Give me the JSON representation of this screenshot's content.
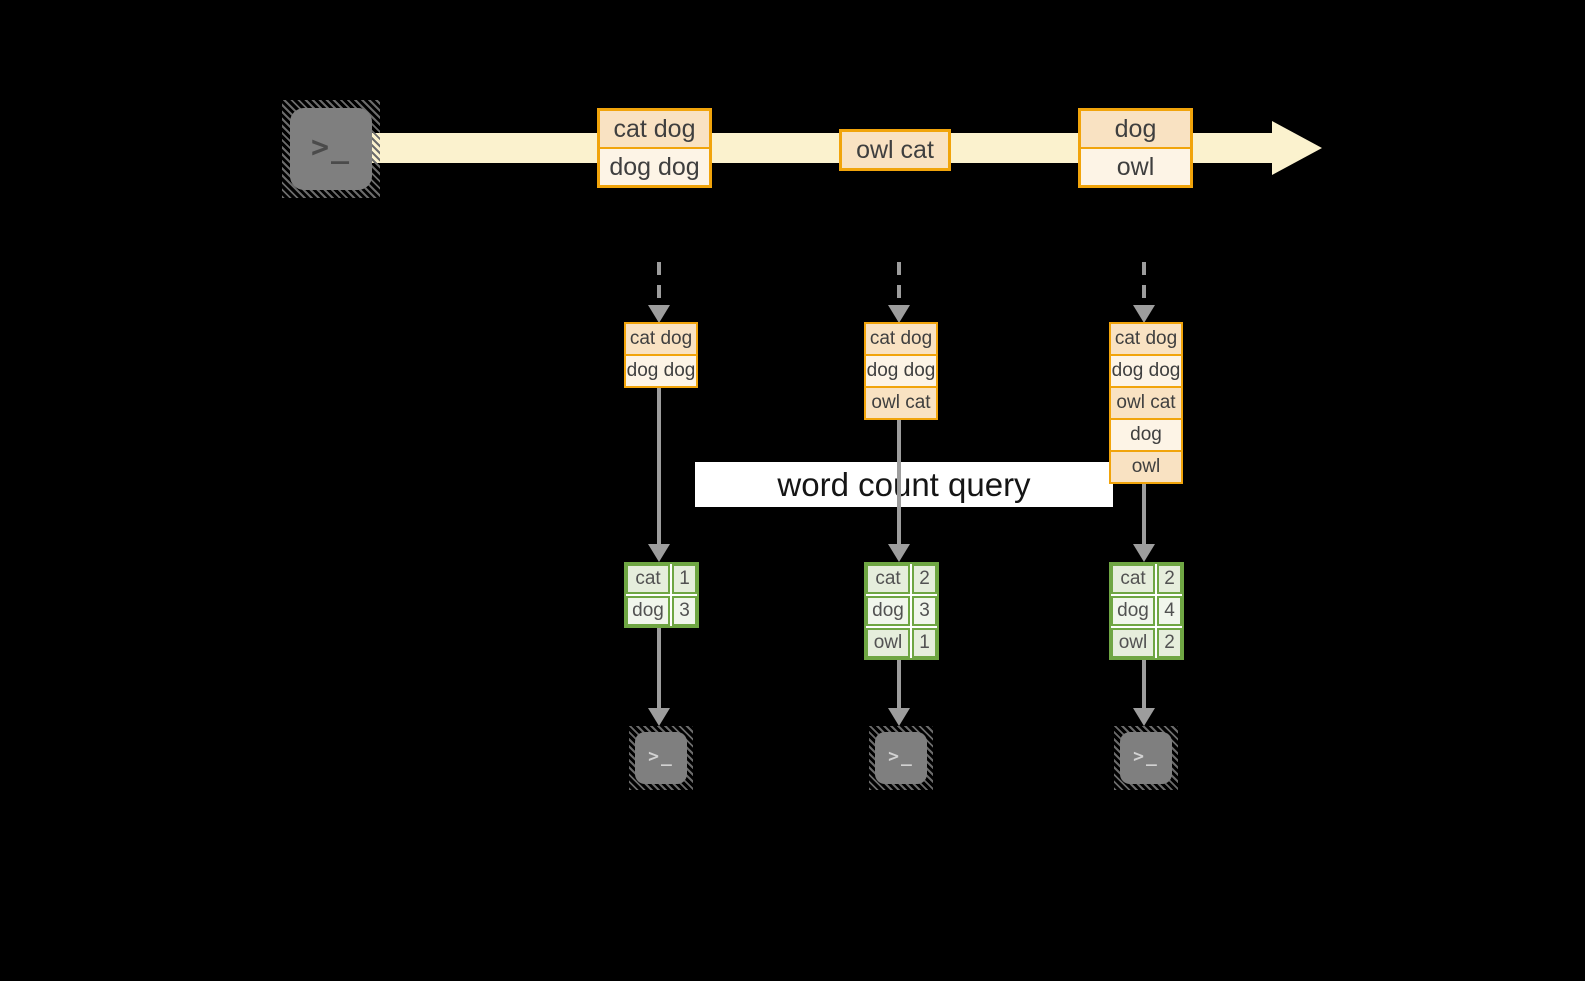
{
  "query_label": "word count query",
  "terminal_glyph": ">_",
  "stream_events": [
    {
      "rows": [
        "cat dog",
        "dog dog"
      ]
    },
    {
      "rows": [
        "owl cat"
      ]
    },
    {
      "rows": [
        "dog",
        "owl"
      ]
    }
  ],
  "columns": [
    {
      "stack": [
        "cat dog",
        "dog dog"
      ],
      "counts": [
        [
          "cat",
          "1"
        ],
        [
          "dog",
          "3"
        ]
      ]
    },
    {
      "stack": [
        "cat dog",
        "dog dog",
        "owl cat"
      ],
      "counts": [
        [
          "cat",
          "2"
        ],
        [
          "dog",
          "3"
        ],
        [
          "owl",
          "1"
        ]
      ]
    },
    {
      "stack": [
        "cat dog",
        "dog dog",
        "owl cat",
        "dog",
        "owl"
      ],
      "counts": [
        [
          "cat",
          "2"
        ],
        [
          "dog",
          "4"
        ],
        [
          "owl",
          "2"
        ]
      ]
    }
  ],
  "colors": {
    "background": "#000000",
    "stream_band": "#FBF2CE",
    "event_border": "#F1A40B",
    "event_fill_dark": "#F9E2C2",
    "event_fill_light": "#FDF4E6",
    "table_border": "#6FA643",
    "table_fill_dark": "#E6EEDC",
    "table_fill_light": "#F1F6EC",
    "connector": "#9D9D9D",
    "terminal_fill": "#7F7F7F",
    "label_background": "#FFFFFF"
  }
}
